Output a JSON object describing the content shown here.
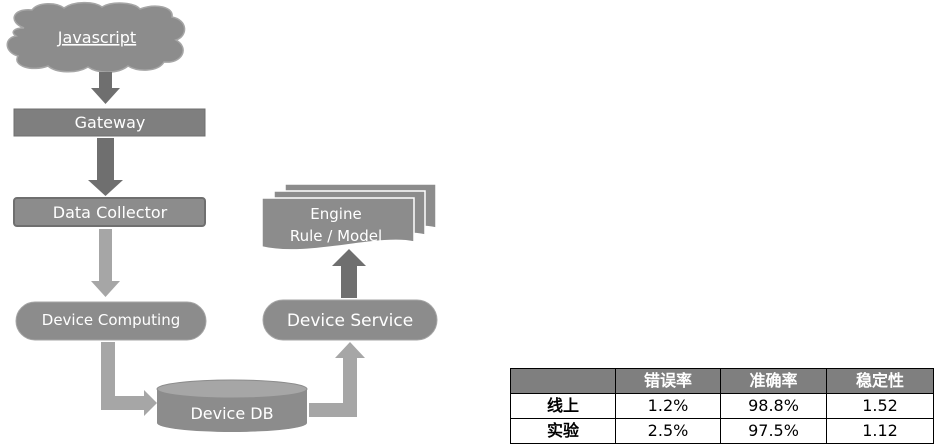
{
  "diagram": {
    "nodes": {
      "javascript": "Javascript",
      "gateway": "Gateway",
      "data_collector": "Data Collector",
      "device_computing": "Device Computing",
      "device_db": "Device DB",
      "device_service": "Device Service",
      "engine_line1": "Engine",
      "engine_line2": "Rule / Model"
    },
    "colors": {
      "shape_fill": "#8c8c8c",
      "gateway_fill": "#7f7f7f",
      "arrow_dark": "#6f6f6f",
      "arrow_light": "#a6a6a6"
    }
  },
  "table": {
    "headers": [
      "",
      "错误率",
      "准确率",
      "稳定性"
    ],
    "rows": [
      {
        "label": "线上",
        "error_rate": "1.2%",
        "accuracy": "98.8%",
        "stability": "1.52"
      },
      {
        "label": "实验",
        "error_rate": "2.5%",
        "accuracy": "97.5%",
        "stability": "1.12"
      }
    ]
  }
}
